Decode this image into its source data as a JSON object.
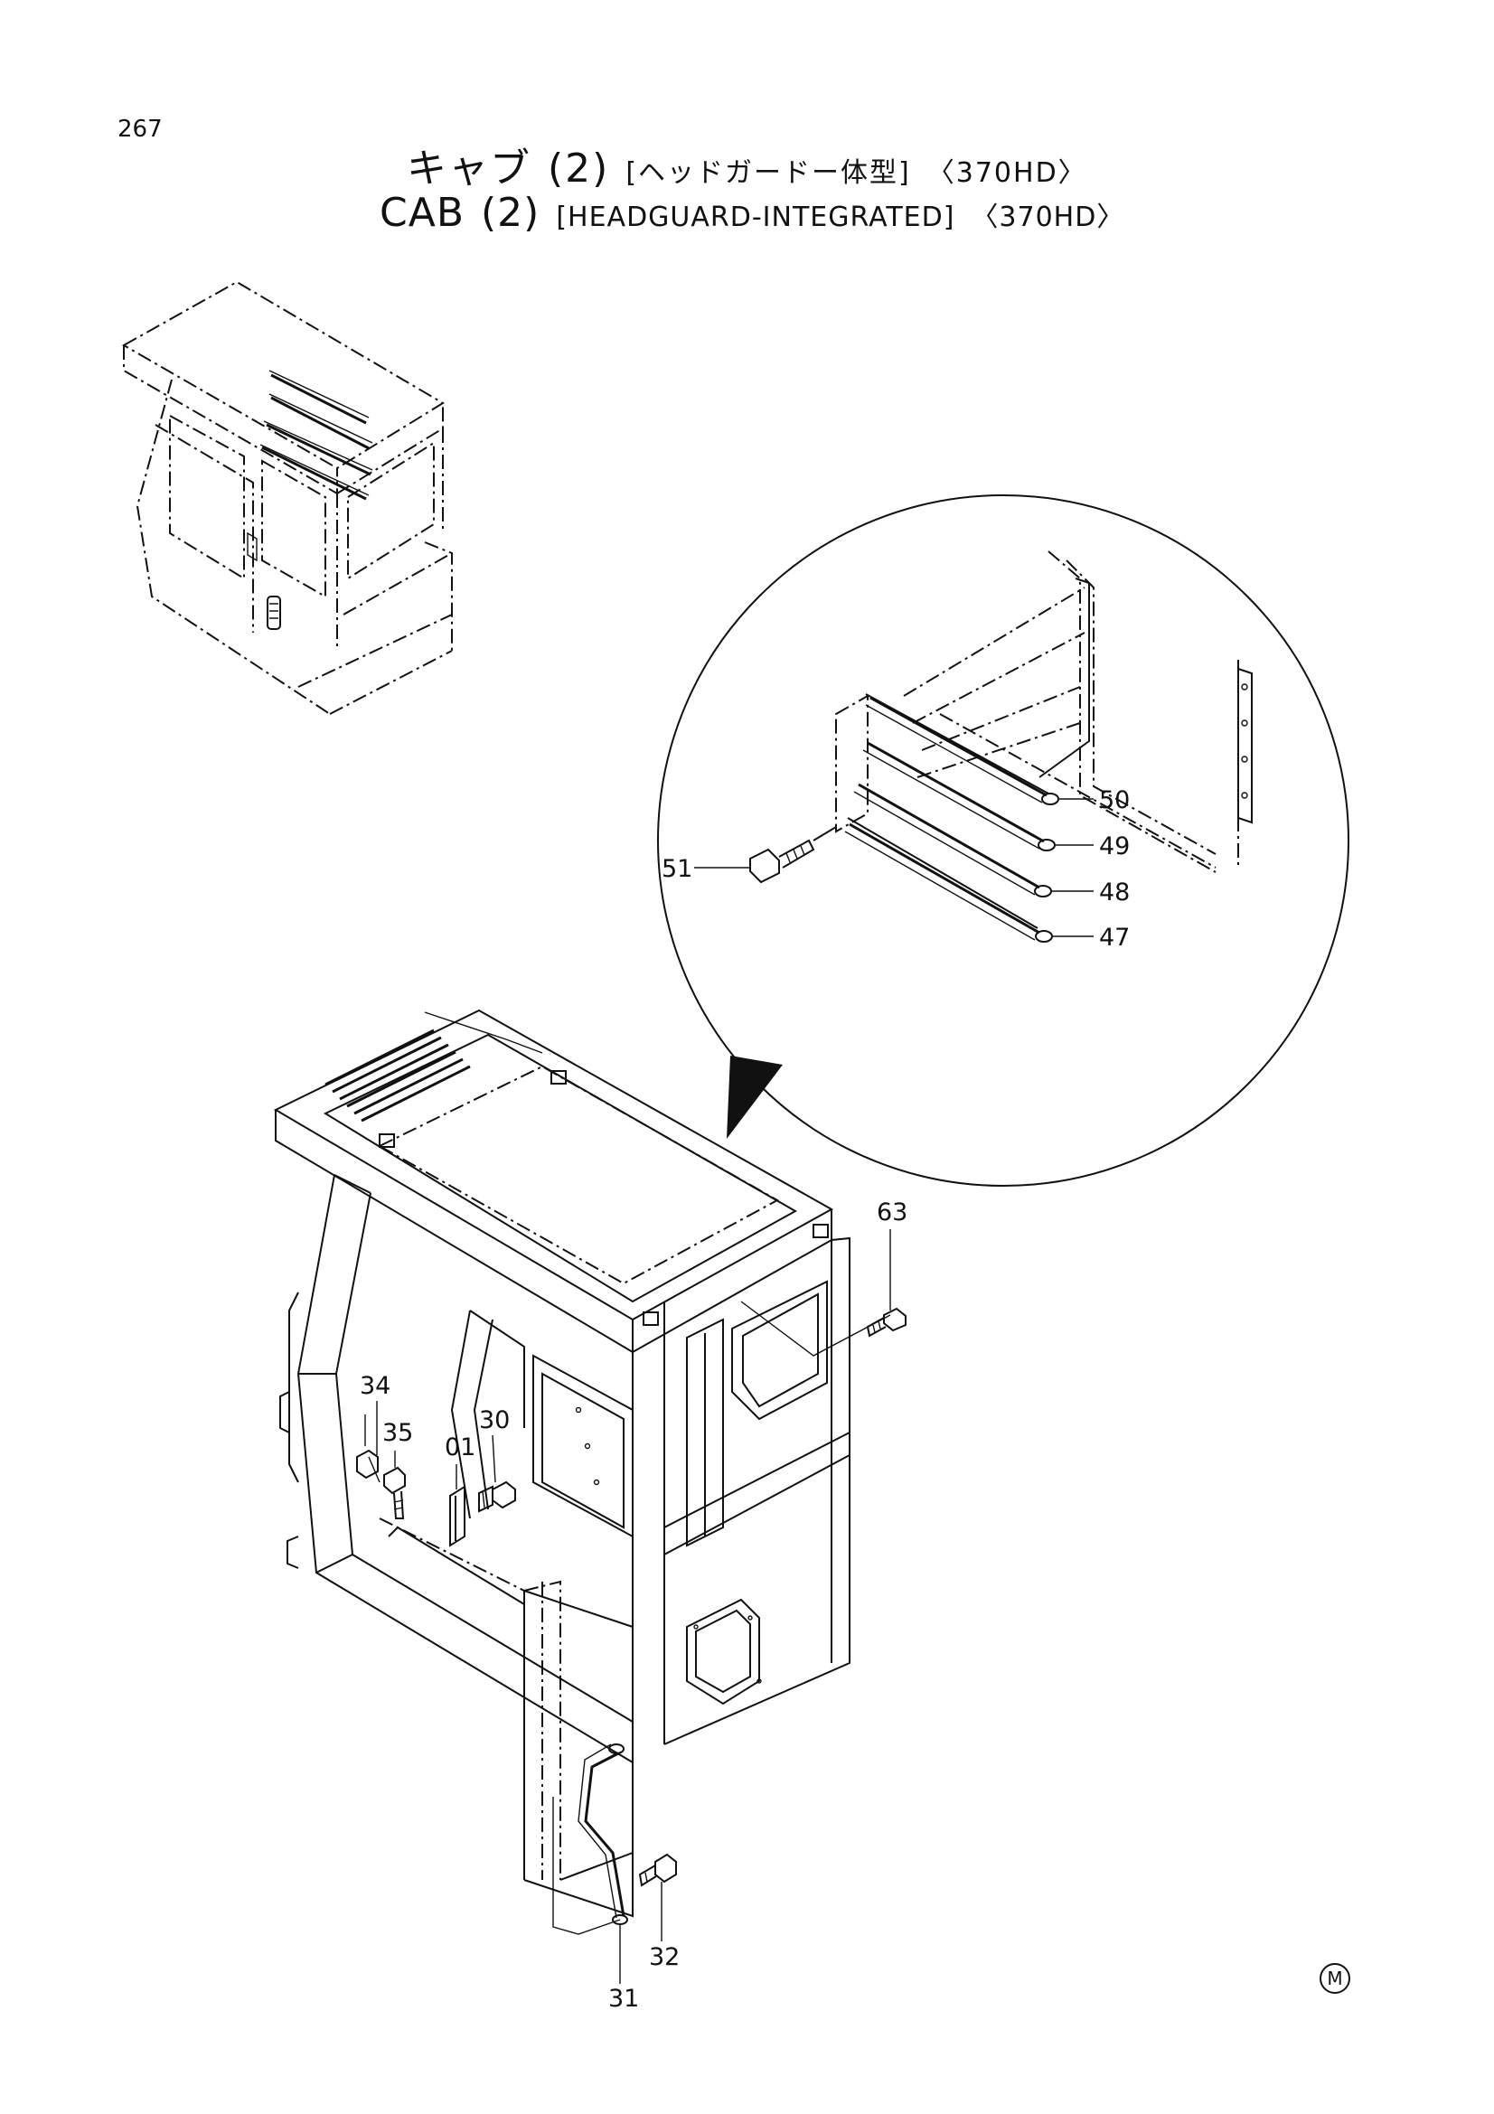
{
  "page_number": "267",
  "title_jp": {
    "main": "キャブ",
    "num": "(2)",
    "bracket": "[ヘッドガードー体型]",
    "model": "〈370HD〉"
  },
  "title_en": {
    "main": "CAB",
    "num": "(2)",
    "bracket": "[HEADGUARD-INTEGRATED]",
    "model": "〈370HD〉"
  },
  "callouts": {
    "p50": "50",
    "p49": "49",
    "p48": "48",
    "p47": "47",
    "p51": "51",
    "p63": "63",
    "p34": "34",
    "p35": "35",
    "p01": "01",
    "p30": "30",
    "p31": "31",
    "p32": "32"
  },
  "footer_mark": "M"
}
